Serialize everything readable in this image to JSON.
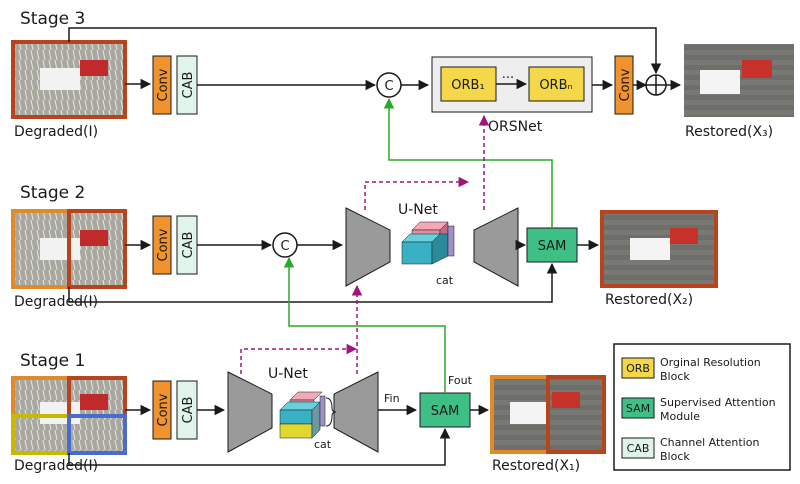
{
  "stages": [
    {
      "id": "stage3",
      "title": "Stage 3",
      "input_caption": "Degraded(I)",
      "output_caption": "Restored(X₃)"
    },
    {
      "id": "stage2",
      "title": "Stage 2",
      "input_caption": "Degraded(I)",
      "output_caption": "Restored(X₂)"
    },
    {
      "id": "stage1",
      "title": "Stage 1",
      "input_caption": "Degraded(I)",
      "output_caption": "Restored(X₁)"
    }
  ],
  "blocks": {
    "conv": "Conv",
    "cab": "CAB",
    "concat": "C",
    "unet": "U-Net",
    "sam": "SAM",
    "cat": "cat",
    "orb1": "ORB₁",
    "orbn": "ORBₙ",
    "orb_dots": "···",
    "orsnet": "ORSNet",
    "f_in": "Fin",
    "f_out": "Fout"
  },
  "legend": [
    {
      "abbr": "ORB",
      "line1": "Orginal Resolution",
      "line2": "Block",
      "color": "#f5d84a"
    },
    {
      "abbr": "SAM",
      "line1": "Supervised Attention",
      "line2": "Module",
      "color": "#3dbf86"
    },
    {
      "abbr": "CAB",
      "line1": "Channel Attention",
      "line2": "Block",
      "color": "#dff5ea"
    }
  ],
  "colors": {
    "conv": "#f0922e",
    "cab": "#dff5ea",
    "sam": "#3dbf86",
    "orb": "#f5d84a",
    "orsnet_bg": "#eeeeee",
    "unet": "#9a9a9a",
    "arrow": "#1a1a1a",
    "green_line": "#2aaa2a",
    "magenta_dash": "#a0157a",
    "frame_full": "#b8441e",
    "frame_left": "#e08a2a",
    "frame_yellow": "#c8b800",
    "frame_blue": "#4a6ad0"
  }
}
